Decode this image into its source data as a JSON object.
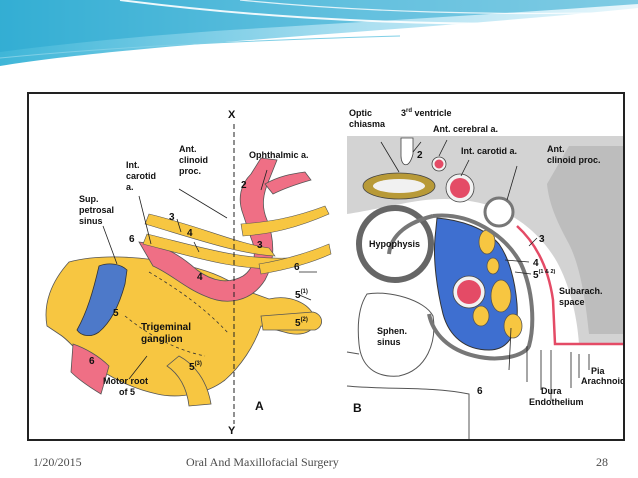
{
  "footer": {
    "date": "1/20/2015",
    "title": "Oral And Maxillofacial Surgery",
    "page": "28"
  },
  "figure_a": {
    "panel_label": "A",
    "axis_top": "X",
    "axis_bottom": "Y",
    "labels": {
      "int_carotid": [
        "Int.",
        "carotid",
        "a."
      ],
      "ant_clinoid": [
        "Ant.",
        "clinoid",
        "proc."
      ],
      "ophthalmic": "Ophthalmic a.",
      "sup_petrosal": [
        "Sup.",
        "petrosal",
        "sinus"
      ],
      "trigeminal": [
        "Trigeminal",
        "ganglion"
      ],
      "motor_root": [
        "Motor root",
        "of 5"
      ],
      "n2": "2",
      "n3_left": "3",
      "n3_right": "3",
      "n4_left": "4",
      "n4_right": "4",
      "n5": "5",
      "n6_left": "6",
      "n6_right": "6",
      "n6_bottom": "6",
      "n5_1": "5",
      "n5_1_sup": "(1)",
      "n5_2": "5",
      "n5_2_sup": "(2)",
      "n5_3": "5",
      "n5_3_sup": "(3)"
    }
  },
  "figure_b": {
    "panel_label": "B",
    "labels": {
      "optic_chiasma": [
        "Optic",
        "chiasma"
      ],
      "third_ventricle": "3",
      "third_ventricle_sup": "rd",
      "third_ventricle_text": " ventricle",
      "ant_cerebral": "Ant. cerebral a.",
      "int_carotid": "Int. carotid a.",
      "ant_clinoid": [
        "Ant.",
        "clinoid proc."
      ],
      "hypophysis": "Hypophysis",
      "subarach": [
        "Subarach.",
        "space"
      ],
      "sphen": [
        "Sphen.",
        "sinus"
      ],
      "pia": "Pia",
      "arachnoid": "Arachnoid",
      "dura": "Dura",
      "endothelium": "Endothelium",
      "n2": "2",
      "n3": "3",
      "n4": "4",
      "n5": "5",
      "n5_sup": "(1 & 2)",
      "n6": "6"
    }
  }
}
